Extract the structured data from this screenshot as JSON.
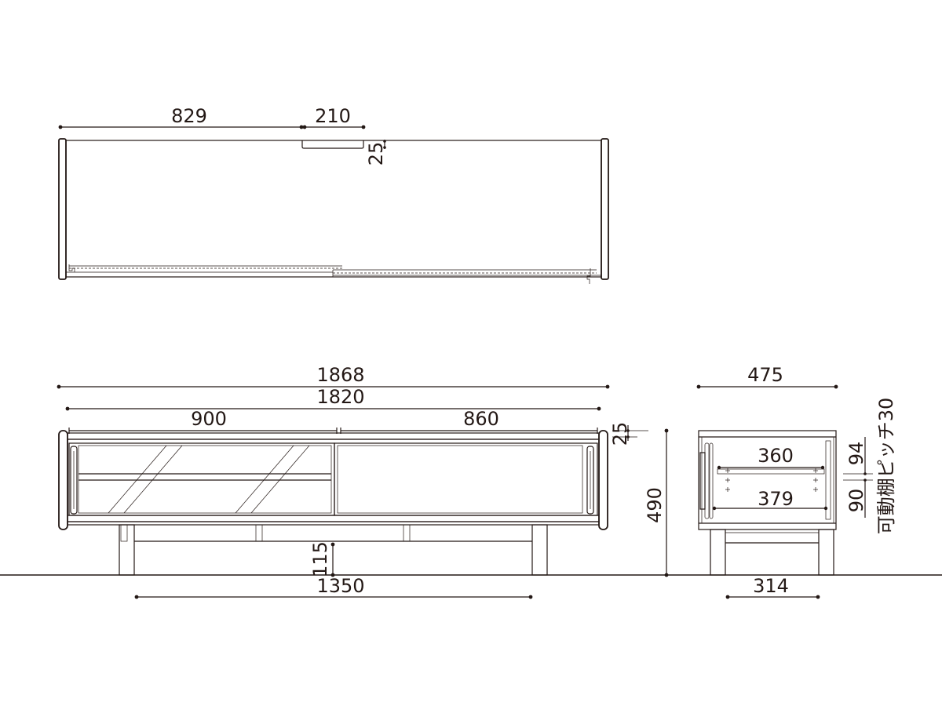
{
  "top_view": {
    "dim_left_section": "829",
    "dim_handle_width": "210",
    "dim_handle_depth": "25"
  },
  "front_view": {
    "dim_overall_width": "1868",
    "dim_body_width": "1820",
    "dim_left_door": "900",
    "dim_right_door": "860",
    "dim_top_thickness": "25",
    "dim_height": "490",
    "dim_leg_height": "115",
    "dim_leg_span": "1350"
  },
  "side_view": {
    "dim_depth": "475",
    "dim_upper_shelf": "360",
    "dim_lower_shelf": "379",
    "dim_upper_gap": "94",
    "dim_lower_gap": "90",
    "dim_leg_span": "314",
    "shelf_note": "可動棚ピッチ30"
  }
}
